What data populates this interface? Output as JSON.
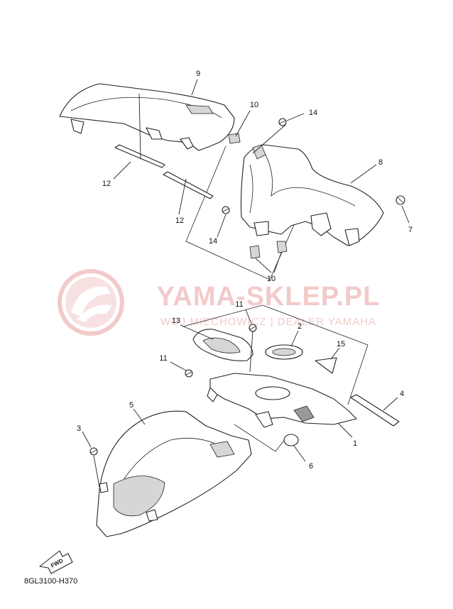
{
  "watermark": {
    "title": "YAMA-SKLEP.PL",
    "subtitle": "WOJ.MIECHOWICZ | DEALER YAMAHA",
    "color": "#e8a0a0"
  },
  "diagram_code": "8GL3100-H370",
  "fwd_label": "FWD",
  "callouts": {
    "c1": "1",
    "c2": "2",
    "c3": "3",
    "c4": "4",
    "c5": "5",
    "c6": "6",
    "c7": "7",
    "c8": "8",
    "c9": "9",
    "c10a": "10",
    "c10b": "10",
    "c11a": "11",
    "c11b": "11",
    "c12a": "12",
    "c12b": "12",
    "c13": "13",
    "c14a": "14",
    "c14b": "14",
    "c15": "15"
  }
}
